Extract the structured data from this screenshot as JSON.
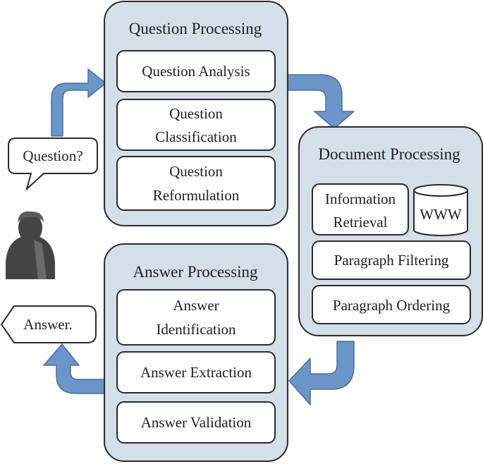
{
  "question_bubble": "Question?",
  "answer_tag": "Answer.",
  "question_processing": {
    "title": "Question Processing",
    "steps": [
      [
        "Question Analysis"
      ],
      [
        "Question",
        "Classification"
      ],
      [
        "Question",
        "Reformulation"
      ]
    ]
  },
  "document_processing": {
    "title": "Document Processing",
    "retrieval": [
      "Information",
      "Retrieval"
    ],
    "database": "WWW",
    "steps": [
      [
        "Paragraph Filtering"
      ],
      [
        "Paragraph Ordering"
      ]
    ]
  },
  "answer_processing": {
    "title": "Answer Processing",
    "steps": [
      [
        "Answer",
        "Identification"
      ],
      [
        "Answer Extraction"
      ],
      [
        "Answer Validation"
      ]
    ]
  },
  "colors": {
    "panel_fill": "#d3dfe9",
    "arrow_fill": "#6c95c7",
    "user_icon": "#444444"
  },
  "icons": {
    "user": "user-silhouette-icon"
  }
}
